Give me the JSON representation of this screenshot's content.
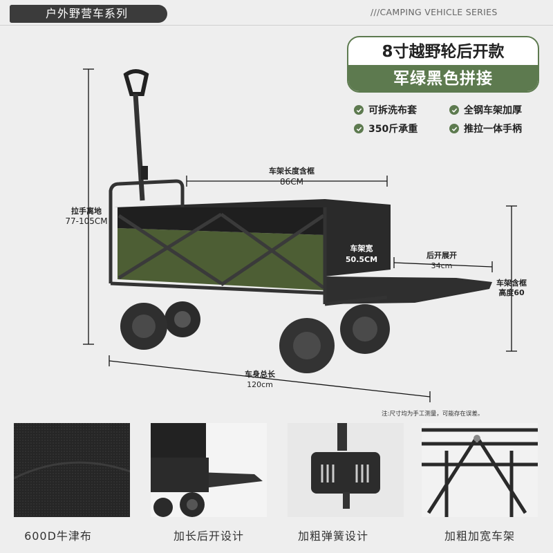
{
  "header": {
    "tag": "户外野营车系列",
    "series": "///CAMPING VEHICLE SERIES"
  },
  "title": {
    "line1": "8寸越野轮后开款",
    "line2": "军绿黑色拼接"
  },
  "features": [
    "可拆洗布套",
    "全钢车架加厚",
    "350斤承重",
    "推拉一体手柄"
  ],
  "dimensions": {
    "frame_length_label": "车架长度含框",
    "frame_length_value": "86CM",
    "handle_height_label": "拉手离地",
    "handle_height_value": "77-105CM",
    "frame_width_label": "车架宽",
    "frame_width_value": "50.5CM",
    "rear_open_label": "后开展开",
    "rear_open_value": "34cm",
    "frame_height_label": "车架含框",
    "frame_height_value": "高度60",
    "total_length_label": "车身总长",
    "total_length_value": "120cm"
  },
  "note": "注:尺寸均为手工测量，可能存在误差。",
  "details": [
    {
      "caption": "600D牛津布"
    },
    {
      "caption": "加长后开设计"
    },
    {
      "caption": "加粗弹簧设计"
    },
    {
      "caption": "加粗加宽车架"
    }
  ],
  "colors": {
    "accent": "#5d7a4f",
    "dark": "#3b3b3b"
  }
}
